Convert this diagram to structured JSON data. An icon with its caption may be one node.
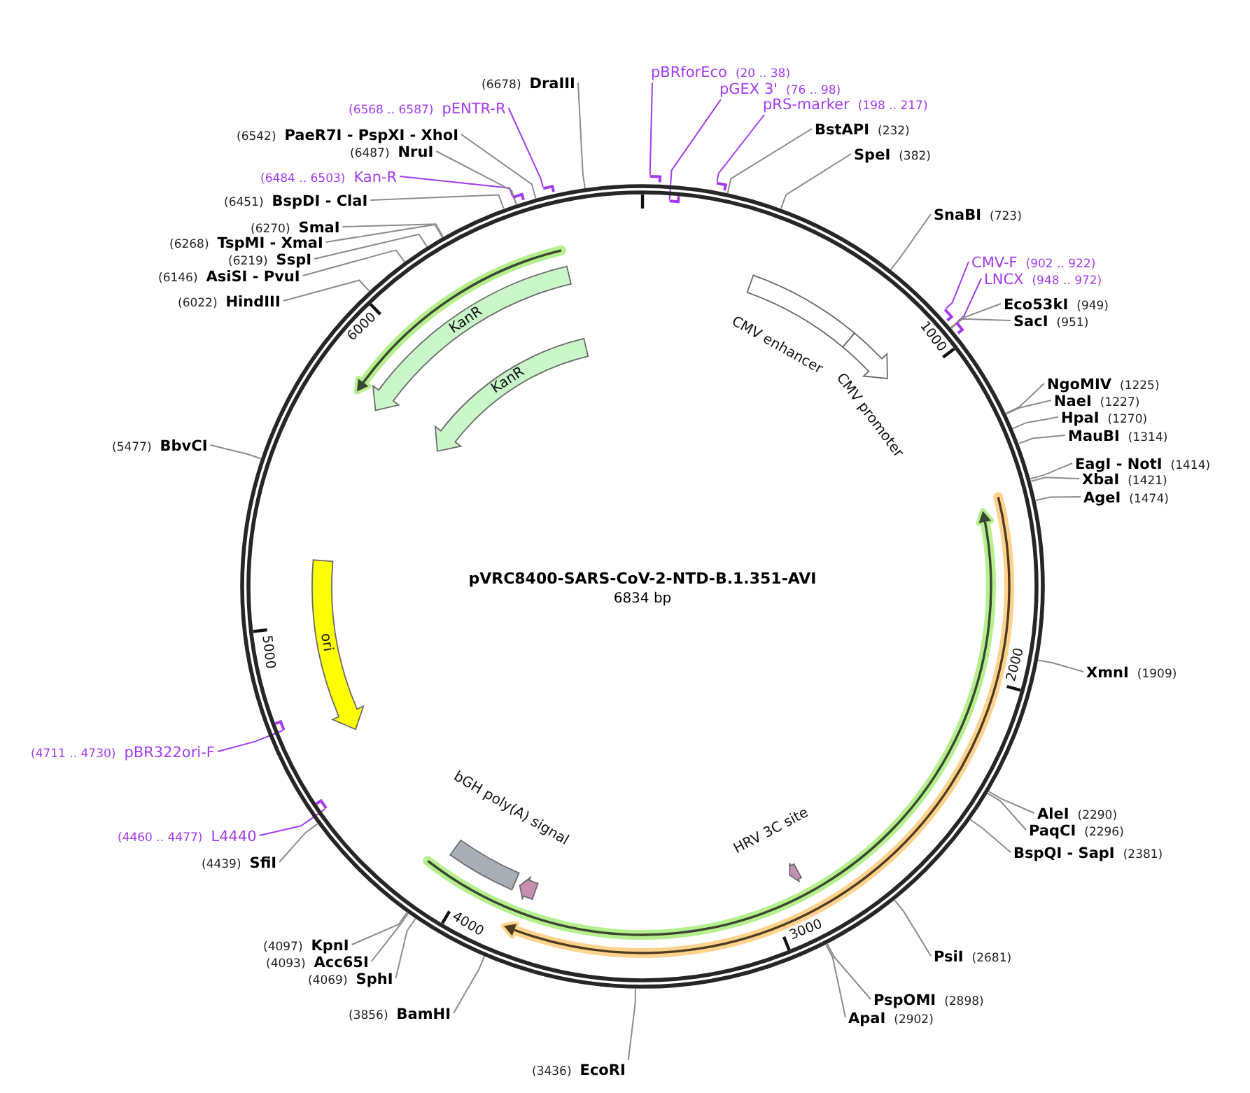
{
  "diagram": {
    "nodes": [
      {
        "text": [
          "pVRC8400-SARS-CoV-2-NTD-B.1.351-AVI",
          "6834 bp"
        ]
      },
      {
        "text": [
          "CMV enhancer"
        ],
        "in": 0
      },
      {
        "text": [
          "CMV promoter"
        ],
        "in": 0
      },
      {
        "text": [
          "KanR"
        ],
        "in": 0
      },
      {
        "text": [
          "KanR"
        ],
        "in": 0
      },
      {
        "text": [
          "ori"
        ],
        "in": 0
      },
      {
        "text": [
          "HRV 3C site"
        ],
        "in": 0
      },
      {
        "text": [
          "bGH poly(A) signal"
        ],
        "in": 0
      },
      {
        "text": [],
        "shape": "arrow",
        "in": 0
      },
      {
        "text": [
          "pBRforEco"
        ],
        "beside": [
          "(20 .. 38)"
        ]
      },
      {
        "text": [
          "pGEX 3'"
        ],
        "beside": [
          "(76 .. 98)"
        ]
      },
      {
        "text": [
          "pRS-marker"
        ],
        "beside": [
          "(198 .. 217)"
        ]
      },
      {
        "text": [
          "BstAPI"
        ],
        "beside": [
          "(232)"
        ]
      },
      {
        "text": [
          "SpeI"
        ],
        "beside": [
          "(382)"
        ]
      },
      {
        "text": [
          "SnaBI"
        ],
        "beside": [
          "(723)"
        ]
      },
      {
        "text": [
          "CMV-F"
        ],
        "beside": [
          "(902 .. 922)"
        ]
      },
      {
        "text": [
          "LNCX"
        ],
        "beside": [
          "(948 .. 972)"
        ]
      },
      {
        "text": [
          "Eco53kI"
        ],
        "beside": [
          "(949)"
        ]
      },
      {
        "text": [
          "SacI"
        ],
        "beside": [
          "(951)"
        ]
      },
      {
        "text": [
          "NgoMIV"
        ],
        "beside": [
          "(1225)"
        ]
      },
      {
        "text": [
          "NaeI"
        ],
        "beside": [
          "(1227)"
        ]
      },
      {
        "text": [
          "HpaI"
        ],
        "beside": [
          "(1270)"
        ]
      },
      {
        "text": [
          "MauBI"
        ],
        "beside": [
          "(1314)"
        ]
      },
      {
        "text": [
          "EagI - NotI"
        ],
        "beside": [
          "(1414)"
        ]
      },
      {
        "text": [
          "XbaI"
        ],
        "beside": [
          "(1421)"
        ]
      },
      {
        "text": [
          "AgeI"
        ],
        "beside": [
          "(1474)"
        ]
      },
      {
        "text": [
          "XmnI"
        ],
        "beside": [
          "(1909)"
        ]
      },
      {
        "text": [
          "AleI"
        ],
        "beside": [
          "(2290)"
        ]
      },
      {
        "text": [
          "PaqCI"
        ],
        "beside": [
          "(2296)"
        ]
      },
      {
        "text": [
          "BspQI - SapI"
        ],
        "beside": [
          "(2381)"
        ]
      },
      {
        "text": [
          "PsiI"
        ],
        "beside": [
          "(2681)"
        ]
      },
      {
        "text": [
          "PspOMI"
        ],
        "beside": [
          "(2898)"
        ]
      },
      {
        "text": [
          "ApaI"
        ],
        "beside": [
          "(2902)"
        ]
      },
      {
        "text": [
          "EcoRI"
        ],
        "beside": [
          "(3436)"
        ]
      },
      {
        "text": [
          "BamHI"
        ],
        "beside": [
          "(3856)"
        ]
      },
      {
        "text": [
          "SphI"
        ],
        "beside": [
          "(4069)"
        ]
      },
      {
        "text": [
          "Acc65I"
        ],
        "beside": [
          "(4093)"
        ]
      },
      {
        "text": [
          "KpnI"
        ],
        "beside": [
          "(4097)"
        ]
      },
      {
        "text": [
          "SfiI"
        ],
        "beside": [
          "(4439)"
        ]
      },
      {
        "text": [
          "L4440"
        ],
        "beside": [
          "(4460 .. 4477)"
        ]
      },
      {
        "text": [
          "pBR322ori-F"
        ],
        "beside": [
          "(4711 .. 4730)"
        ]
      },
      {
        "text": [
          "BbvCI"
        ],
        "beside": [
          "(5477)"
        ]
      },
      {
        "text": [
          "HindIII"
        ],
        "beside": [
          "(6022)"
        ]
      },
      {
        "text": [
          "AsiSI - PvuI"
        ],
        "beside": [
          "(6146)"
        ]
      },
      {
        "text": [
          "SspI"
        ],
        "beside": [
          "(6219)"
        ]
      },
      {
        "text": [
          "TspMI - XmaI"
        ],
        "beside": [
          "(6268)"
        ]
      },
      {
        "text": [
          "SmaI"
        ],
        "beside": [
          "(6270)"
        ]
      },
      {
        "text": [
          "BspDI - ClaI"
        ],
        "beside": [
          "(6451)"
        ]
      },
      {
        "text": [
          "Kan-R"
        ],
        "beside": [
          "(6484 .. 6503)"
        ]
      },
      {
        "text": [
          "NruI"
        ],
        "beside": [
          "(6487)"
        ]
      },
      {
        "text": [
          "PaeR7I - PspXI - XhoI"
        ],
        "beside": [
          "(6542)"
        ]
      },
      {
        "text": [
          "pENTR-R"
        ],
        "beside": [
          "(6568 .. 6587)"
        ]
      },
      {
        "text": [
          "DraIII"
        ],
        "beside": [
          "(6678)"
        ]
      },
      {
        "text": [],
        "shape": "arrow"
      },
      {
        "text": [],
        "shape": "arrow",
        "in": 0
      },
      {
        "text": [],
        "shape": "arrow"
      },
      {
        "text": [],
        "shape": "arrow"
      },
      {
        "text": [],
        "shape": "arrow"
      },
      {
        "text": [],
        "shape": "arrow",
        "in": 0
      },
      {
        "text": [],
        "shape": "arrow",
        "in": 0
      },
      {
        "text": [],
        "shape": "arrow"
      },
      {
        "text": [],
        "shape": "arrow"
      }
    ],
    "edges": [
      {
        "from": 9,
        "to": 53,
        "arrow": "none",
        "color": "#a33bf0"
      },
      {
        "from": 10,
        "to": 54,
        "arrow": "none",
        "color": "#a33bf0"
      },
      {
        "from": 11,
        "to": 55,
        "arrow": "none",
        "color": "#a33bf0"
      },
      {
        "from": 12,
        "to": 0,
        "arrow": "none"
      },
      {
        "from": 13,
        "to": 0,
        "arrow": "none"
      },
      {
        "from": 14,
        "to": 0,
        "arrow": "none"
      },
      {
        "from": 15,
        "to": 56,
        "arrow": "none",
        "color": "#a33bf0"
      },
      {
        "from": 16,
        "to": 57,
        "arrow": "none",
        "color": "#a33bf0"
      },
      {
        "from": 17,
        "to": 0,
        "arrow": "none"
      },
      {
        "from": 18,
        "to": 0,
        "arrow": "none"
      },
      {
        "from": 19,
        "to": 0,
        "arrow": "none"
      },
      {
        "from": 20,
        "to": 0,
        "arrow": "none"
      },
      {
        "from": 21,
        "to": 0,
        "arrow": "none"
      },
      {
        "from": 22,
        "to": 0,
        "arrow": "none"
      },
      {
        "from": 23,
        "to": 0,
        "arrow": "none"
      },
      {
        "from": 24,
        "to": 0,
        "arrow": "none"
      },
      {
        "from": 25,
        "to": 0,
        "arrow": "none"
      },
      {
        "from": 26,
        "to": 0,
        "arrow": "none"
      },
      {
        "from": 27,
        "to": 0,
        "arrow": "none"
      },
      {
        "from": 28,
        "to": 0,
        "arrow": "none"
      },
      {
        "from": 29,
        "to": 0,
        "arrow": "none"
      },
      {
        "from": 30,
        "to": 0,
        "arrow": "none"
      },
      {
        "from": 31,
        "to": 0,
        "arrow": "none"
      },
      {
        "from": 32,
        "to": 0,
        "arrow": "none"
      },
      {
        "from": 33,
        "to": 0,
        "arrow": "none"
      },
      {
        "from": 34,
        "to": 0,
        "arrow": "none"
      },
      {
        "from": 35,
        "to": 0,
        "arrow": "none"
      },
      {
        "from": 36,
        "to": 0,
        "arrow": "none"
      },
      {
        "from": 37,
        "to": 0,
        "arrow": "none"
      },
      {
        "from": 38,
        "to": 0,
        "arrow": "none"
      },
      {
        "from": 39,
        "to": 58,
        "arrow": "none",
        "color": "#a33bf0"
      },
      {
        "from": 40,
        "to": 59,
        "arrow": "none",
        "color": "#a33bf0"
      },
      {
        "from": 41,
        "to": 0,
        "arrow": "none"
      },
      {
        "from": 42,
        "to": 0,
        "arrow": "none"
      },
      {
        "from": 43,
        "to": 0,
        "arrow": "none"
      },
      {
        "from": 44,
        "to": 0,
        "arrow": "none"
      },
      {
        "from": 45,
        "to": 0,
        "arrow": "none"
      },
      {
        "from": 46,
        "to": 0,
        "arrow": "none"
      },
      {
        "from": 47,
        "to": 0,
        "arrow": "none"
      },
      {
        "from": 48,
        "to": 60,
        "arrow": "none",
        "color": "#a33bf0"
      },
      {
        "from": 49,
        "to": 0,
        "arrow": "none"
      },
      {
        "from": 50,
        "to": 0,
        "arrow": "none"
      },
      {
        "from": 51,
        "to": 61,
        "arrow": "none",
        "color": "#a33bf0"
      },
      {
        "from": 52,
        "to": 0,
        "arrow": "none"
      }
    ],
    "labels": [
      "1000",
      "2000",
      "3000",
      "4000",
      "5000",
      "6000"
    ]
  }
}
